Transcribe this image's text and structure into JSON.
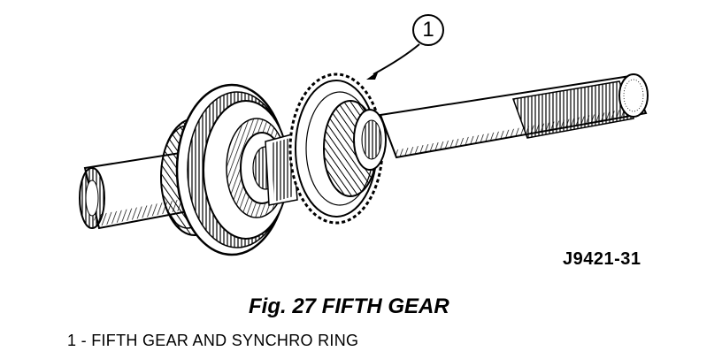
{
  "figure": {
    "callout_number": "1",
    "code": "J9421-31",
    "caption": "Fig. 27 FIFTH GEAR",
    "legend": [
      {
        "text": "1 - FIFTH GEAR AND SYNCHRO RING"
      }
    ]
  }
}
